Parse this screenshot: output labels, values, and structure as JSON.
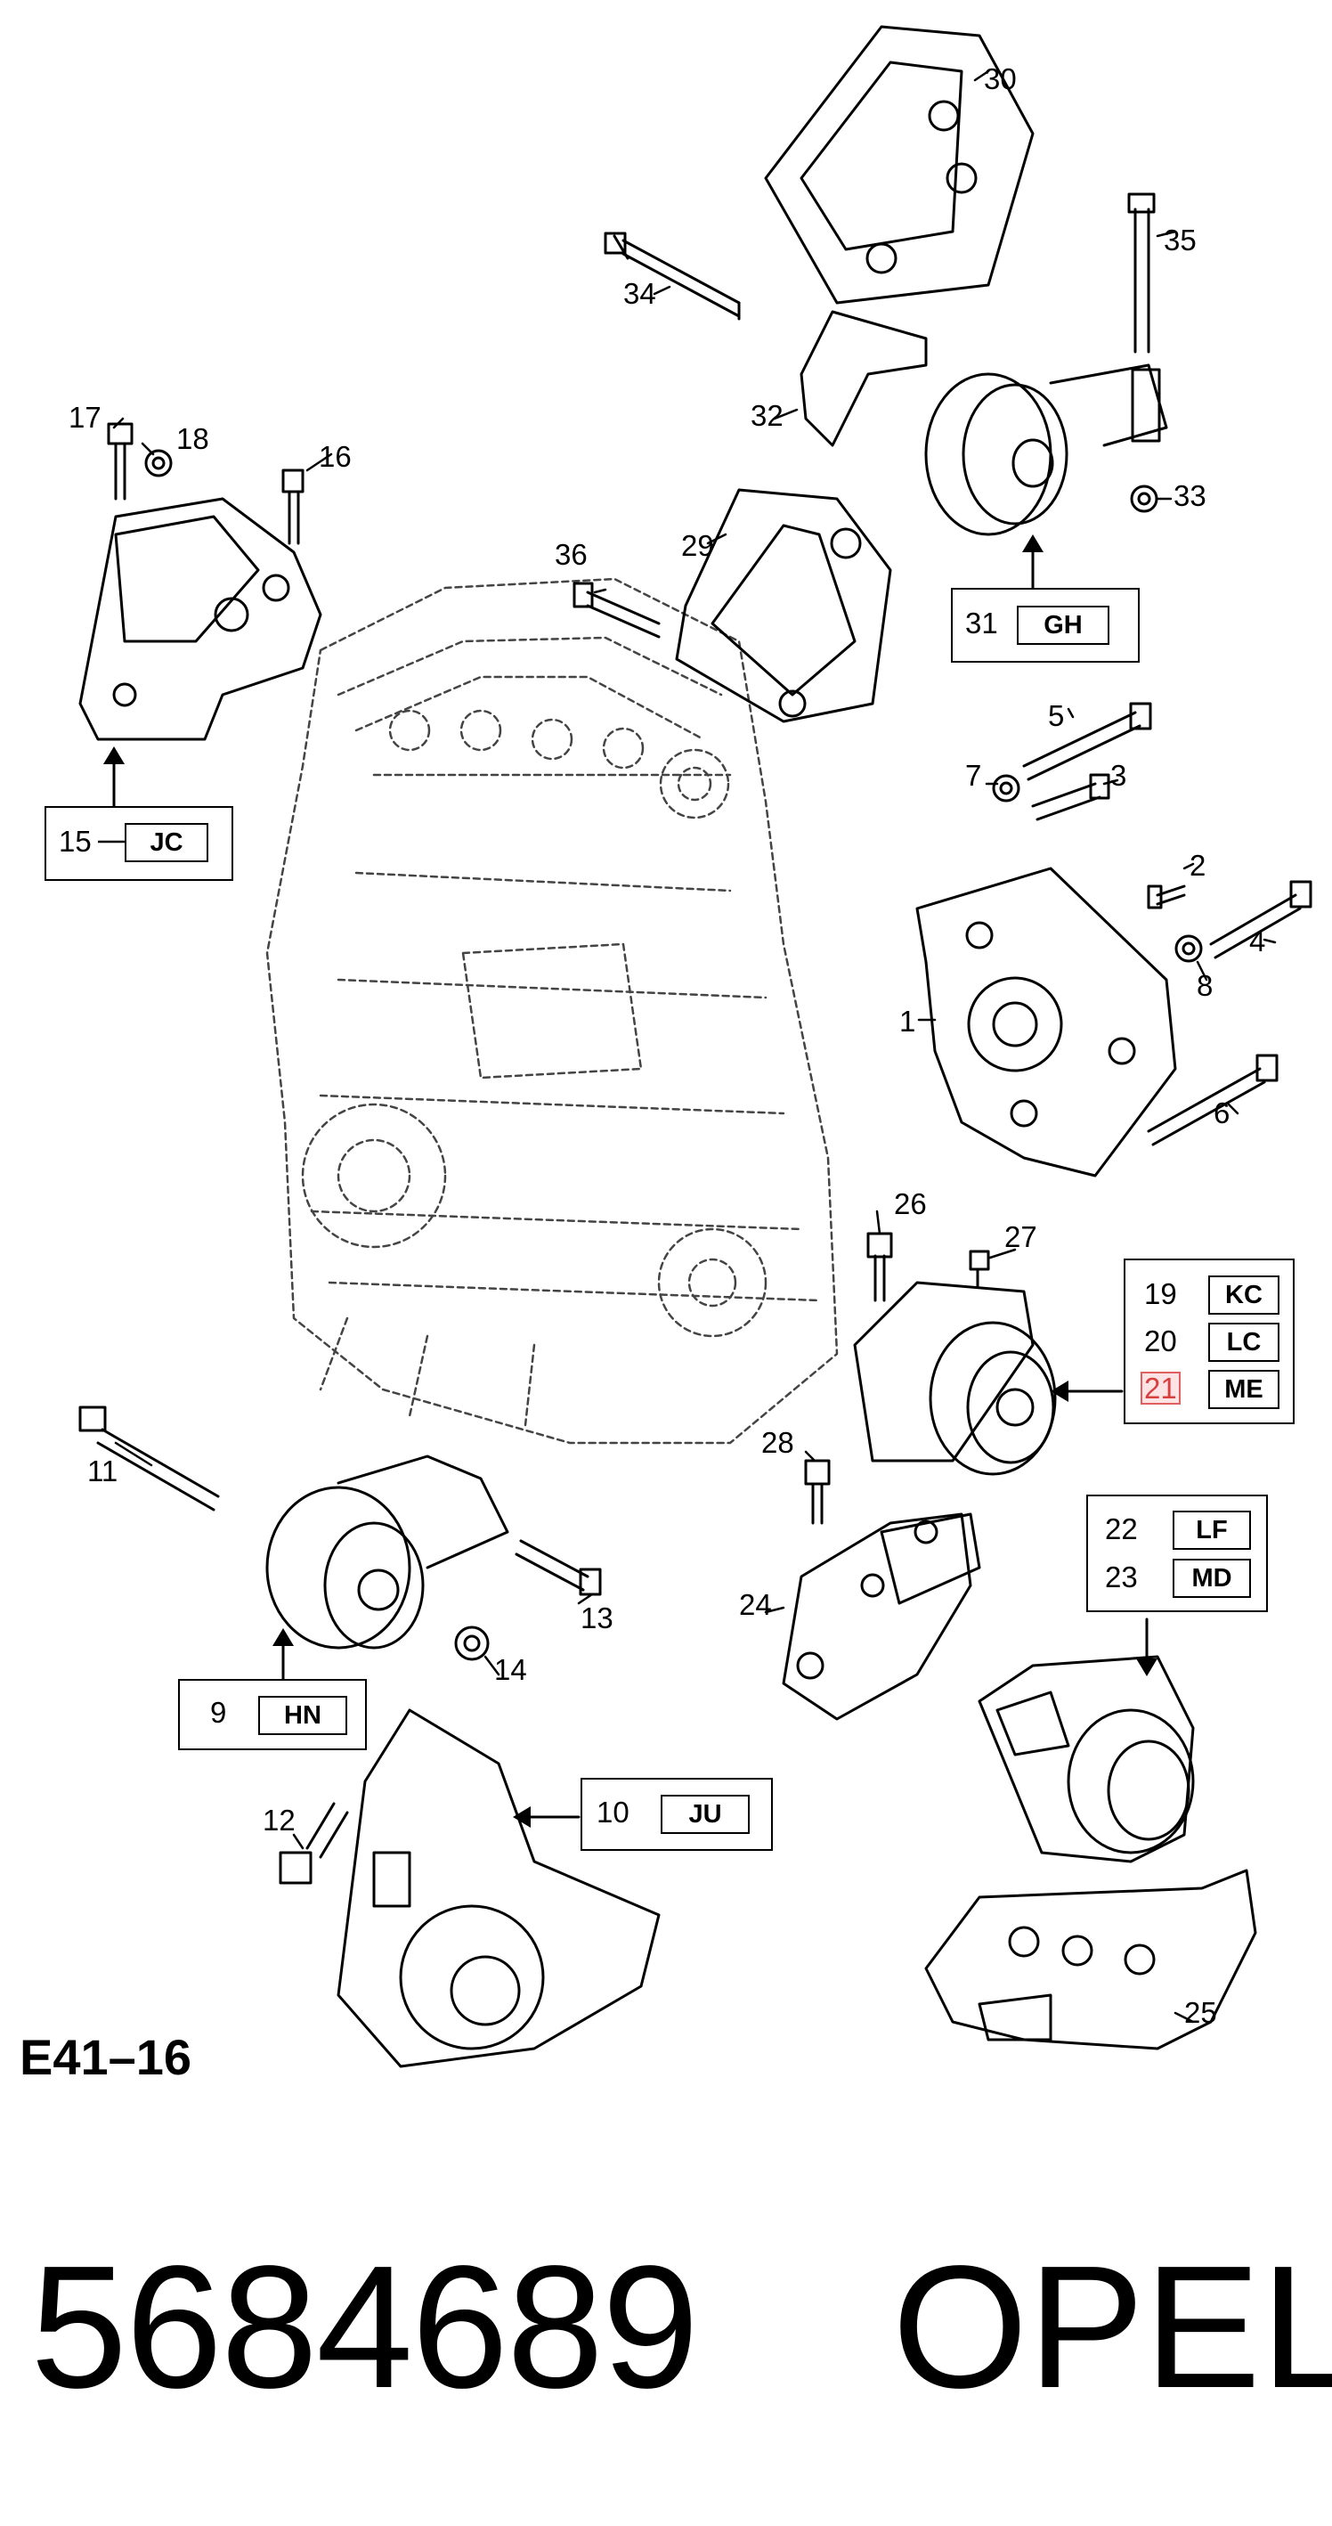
{
  "diagram_ref": "E41–16",
  "part_number": "5684689",
  "brand": "OPEL",
  "highlight_color": "#e06060",
  "callouts": [
    "1",
    "2",
    "3",
    "4",
    "5",
    "6",
    "7",
    "8",
    "11",
    "12",
    "13",
    "14",
    "16",
    "17",
    "18",
    "24",
    "25",
    "26",
    "27",
    "28",
    "29",
    "30",
    "32",
    "33",
    "34",
    "35",
    "36"
  ],
  "boxes": {
    "b15": {
      "num": "15",
      "codes": [
        "JC"
      ]
    },
    "b31": {
      "num": "31",
      "codes": [
        "GH"
      ]
    },
    "b9": {
      "num": "9",
      "codes": [
        "HN"
      ]
    },
    "b10": {
      "num": "10",
      "codes": [
        "JU"
      ]
    },
    "b19": {
      "rows": [
        {
          "num": "19",
          "code": "KC"
        },
        {
          "num": "20",
          "code": "LC"
        },
        {
          "num": "21",
          "code": "ME",
          "highlight": true
        }
      ]
    },
    "b22": {
      "rows": [
        {
          "num": "22",
          "code": "LF"
        },
        {
          "num": "23",
          "code": "MD"
        }
      ]
    }
  }
}
